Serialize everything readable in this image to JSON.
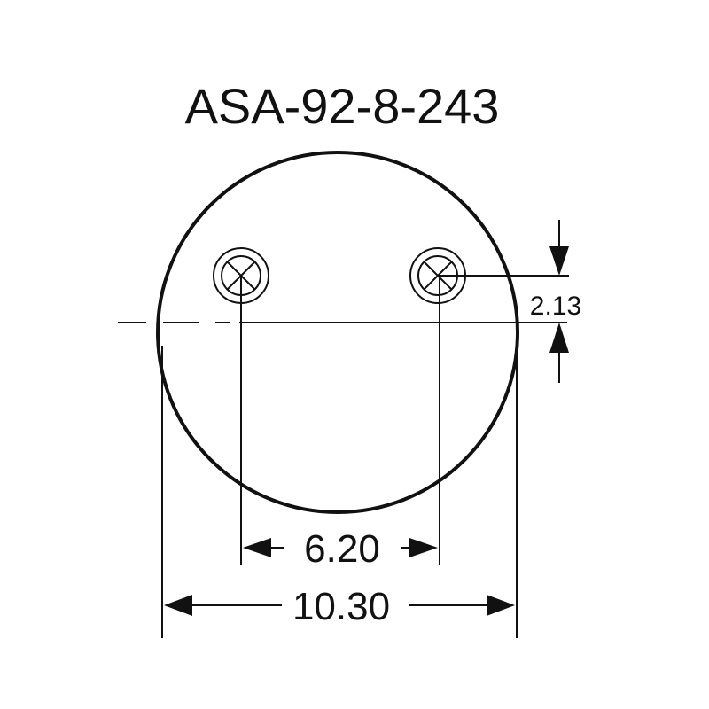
{
  "part_number": "ASA-92-8-243",
  "dimensions": {
    "stud_spacing": "6.20",
    "overall_diameter": "10.30",
    "stud_offset": "2.13"
  }
}
